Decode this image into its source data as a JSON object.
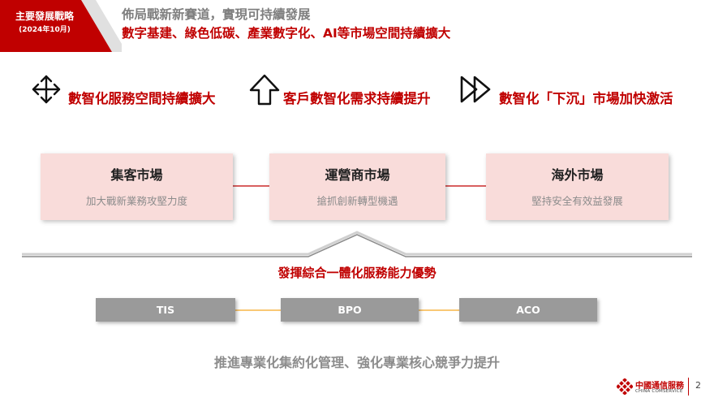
{
  "header": {
    "tag_title": "主要發展戰略",
    "tag_date": "(2024年10月)",
    "line1": "佈局戰新新賽道，實現可持續發展",
    "line2": "數字基建、綠色低碳、產業數字化、AI等市場空間持續擴大",
    "accent_color": "#c00000"
  },
  "themes": [
    {
      "icon": "four-way-arrows-icon",
      "label": "數智化服務空間持續擴大"
    },
    {
      "icon": "up-arrow-icon",
      "label": "客戶數智化需求持續提升"
    },
    {
      "icon": "double-chevron-right-icon",
      "label": "數智化「下沉」市場加快激活"
    }
  ],
  "markets": [
    {
      "title": "集客市場",
      "subtitle": "加大戰新業務攻堅力度"
    },
    {
      "title": "運營商市場",
      "subtitle": "搶抓創新轉型機遇"
    },
    {
      "title": "海外市場",
      "subtitle": "堅持安全有效益發展"
    }
  ],
  "middle_label": "發揮綜合一體化服務能力優勢",
  "services": [
    "TIS",
    "BPO",
    "ACO"
  ],
  "bottom_text": "推進專業化集約化管理、強化專業核心競爭力提升",
  "footer": {
    "brand_cn": "中國通信服務",
    "brand_en": "CHINA COMSERVICE",
    "page_number": "2"
  }
}
